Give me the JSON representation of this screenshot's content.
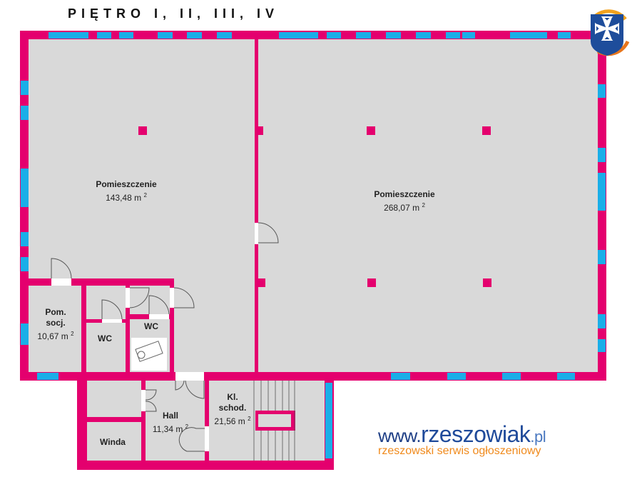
{
  "title": "PIĘTRO I, II, III, IV",
  "colors": {
    "wall": "#E4006E",
    "window": "#1AAEE8",
    "floor": "#D9D9D9"
  },
  "rooms": [
    {
      "name": "Pomieszczenie",
      "area": "143,48 m",
      "unit_sup": "2"
    },
    {
      "name": "Pomieszczenie",
      "area": "268,07 m",
      "unit_sup": "2"
    },
    {
      "name": "Pom. socj.",
      "name_line1": "Pom.",
      "name_line2": "socj.",
      "area": "10,67 m",
      "unit_sup": "2"
    },
    {
      "name": "WC"
    },
    {
      "name": "WC"
    },
    {
      "name": "Hall",
      "area": "11,34 m",
      "unit_sup": "2"
    },
    {
      "name": "Kl. schod.",
      "name_line1": "Kl.",
      "name_line2": "schod.",
      "area": "21,56 m",
      "unit_sup": "2"
    },
    {
      "name": "Winda"
    }
  ],
  "watermark": {
    "www": "www.",
    "brand": "rzeszowiak",
    "tld": ".pl",
    "tagline": "rzeszowski serwis ogłoszeniowy"
  },
  "logo_icon": "maltese-cross-shield-icon"
}
